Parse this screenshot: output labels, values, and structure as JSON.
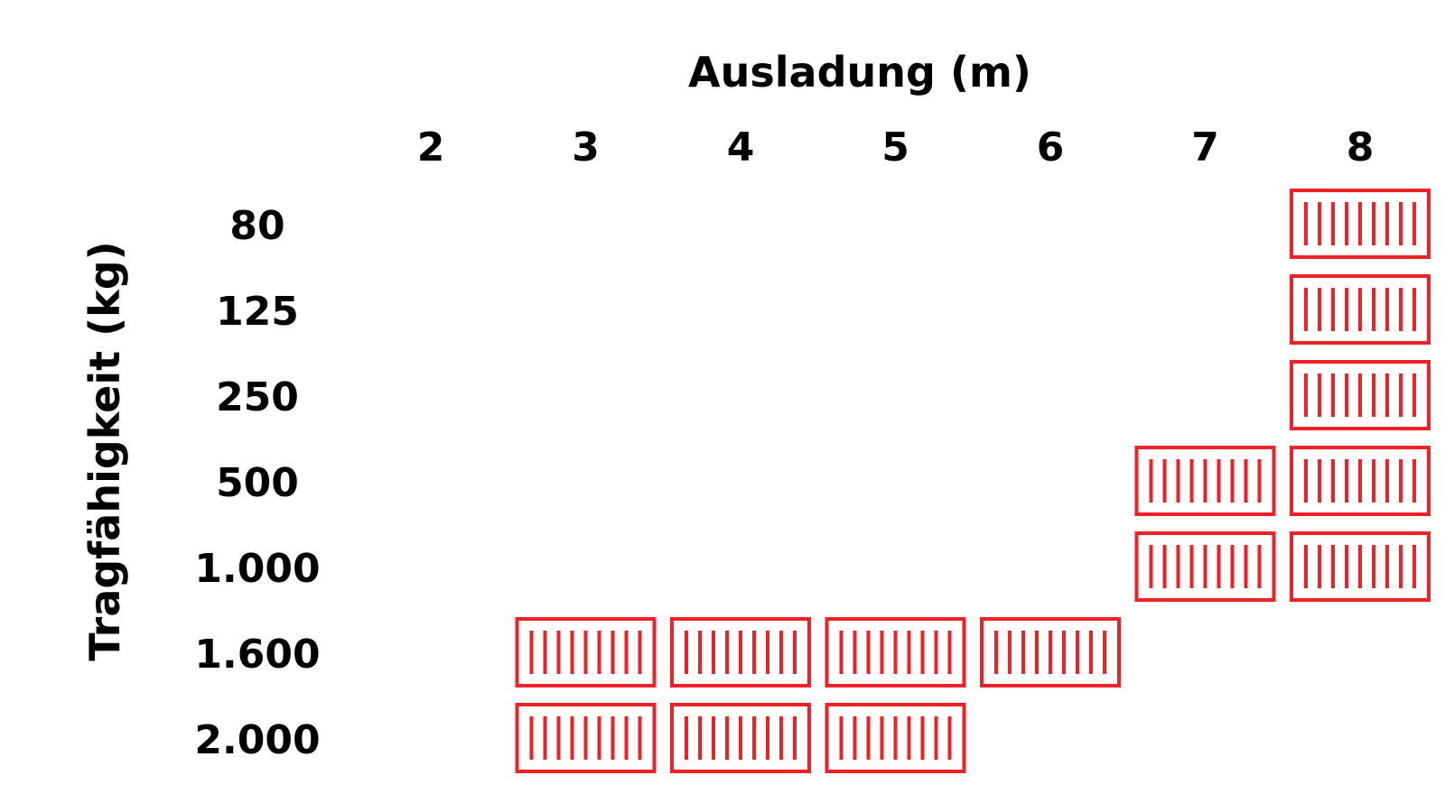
{
  "chart_data": {
    "type": "table",
    "title": "",
    "xlabel": "Ausladung (m)",
    "ylabel": "Tragfähigkeit (kg)",
    "x": [
      "2",
      "3",
      "4",
      "5",
      "6",
      "7",
      "8"
    ],
    "y": [
      "80",
      "125",
      "250",
      "500",
      "1.000",
      "1.600",
      "2.000"
    ],
    "cells": [
      [
        "80",
        "8"
      ],
      [
        "125",
        "8"
      ],
      [
        "250",
        "8"
      ],
      [
        "500",
        "7"
      ],
      [
        "500",
        "8"
      ],
      [
        "1.000",
        "7"
      ],
      [
        "1.000",
        "8"
      ],
      [
        "1.600",
        "3"
      ],
      [
        "1.600",
        "4"
      ],
      [
        "1.600",
        "5"
      ],
      [
        "1.600",
        "6"
      ],
      [
        "2.000",
        "3"
      ],
      [
        "2.000",
        "4"
      ],
      [
        "2.000",
        "5"
      ]
    ],
    "marker_icon": "container-icon",
    "marker_color": "#ee2127",
    "text_color": "#000000",
    "grid": false,
    "legend": "none"
  }
}
